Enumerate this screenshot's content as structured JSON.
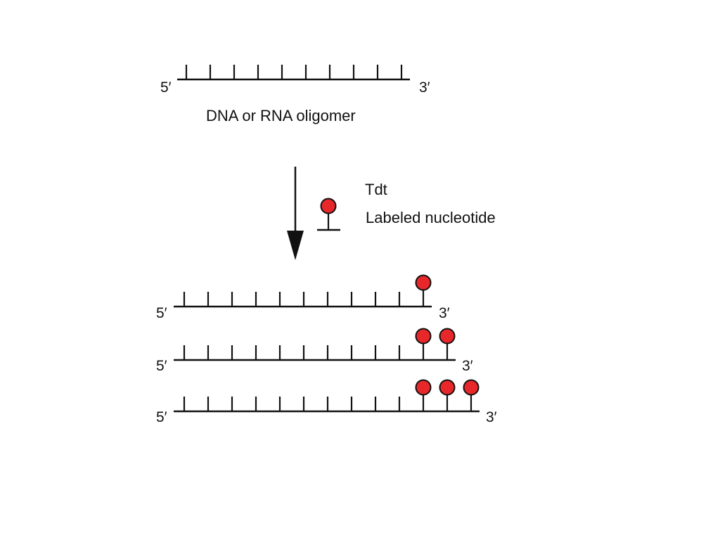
{
  "diagram": {
    "top_strand": {
      "five_prime": "5′",
      "three_prime": "3′",
      "caption": "DNA or RNA oligomer",
      "base_ticks": 10
    },
    "reaction": {
      "enzyme": "Tdt",
      "reagent": "Labeled nucleotide"
    },
    "products": [
      {
        "five_prime": "5′",
        "three_prime": "3′",
        "base_ticks": 10,
        "labels_added": 1
      },
      {
        "five_prime": "5′",
        "three_prime": "3′",
        "base_ticks": 10,
        "labels_added": 2
      },
      {
        "five_prime": "5′",
        "three_prime": "3′",
        "base_ticks": 10,
        "labels_added": 3
      }
    ],
    "colors": {
      "label": "#e8272a",
      "line": "#111111"
    }
  }
}
